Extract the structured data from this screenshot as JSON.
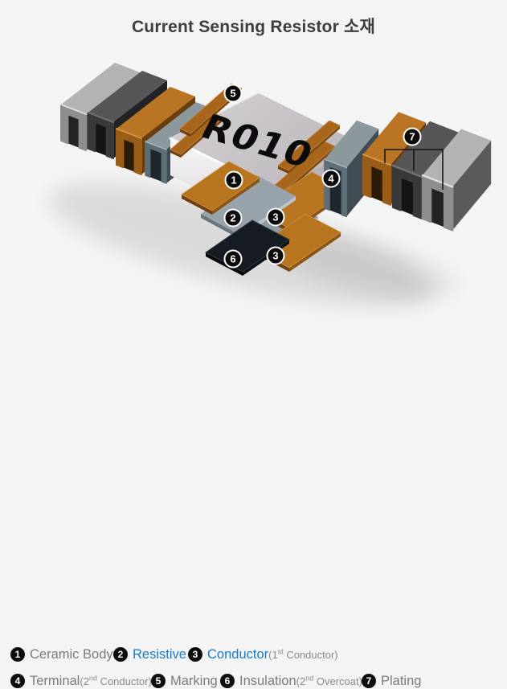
{
  "title": "Current Sensing Resistor 소재",
  "diagram": {
    "marking": "R010",
    "badges": [
      {
        "n": "1"
      },
      {
        "n": "2"
      },
      {
        "n": "3"
      },
      {
        "n": "3"
      },
      {
        "n": "4"
      },
      {
        "n": "5"
      },
      {
        "n": "6"
      },
      {
        "n": "7"
      }
    ]
  },
  "colors": {
    "accent_blue": "#187bc8",
    "copper": "#9a5d17",
    "silver": "#8e8e91",
    "dark_metal": "#39393c",
    "steel_gray": "#5e6e76",
    "ceramic": "#e9e7ea",
    "insulation": "#14181c",
    "marking_ink": "#0b0b0b",
    "background": "#f4f4f4",
    "legend_text": "#7b7b7b"
  },
  "legend": {
    "rows": [
      [
        {
          "num": "1",
          "label": "Ceramic Body"
        },
        {
          "num": "2",
          "label": "Resistive"
        },
        {
          "num": "3",
          "label": "Conductor",
          "paren_open": "(1",
          "paren_sup": "st",
          "paren_rest": " Conductor)"
        }
      ],
      [
        {
          "num": "4",
          "label": "Terminal",
          "paren_open": "(2",
          "paren_sup": "nd",
          "paren_rest": " Conductor)"
        },
        {
          "num": "5",
          "label": "Marking"
        },
        {
          "num": "6",
          "label": "Insulation",
          "paren_open": "(2",
          "paren_sup": "nd",
          "paren_rest": " Overcoat)"
        },
        {
          "num": "7",
          "label": "Plating"
        }
      ]
    ]
  }
}
